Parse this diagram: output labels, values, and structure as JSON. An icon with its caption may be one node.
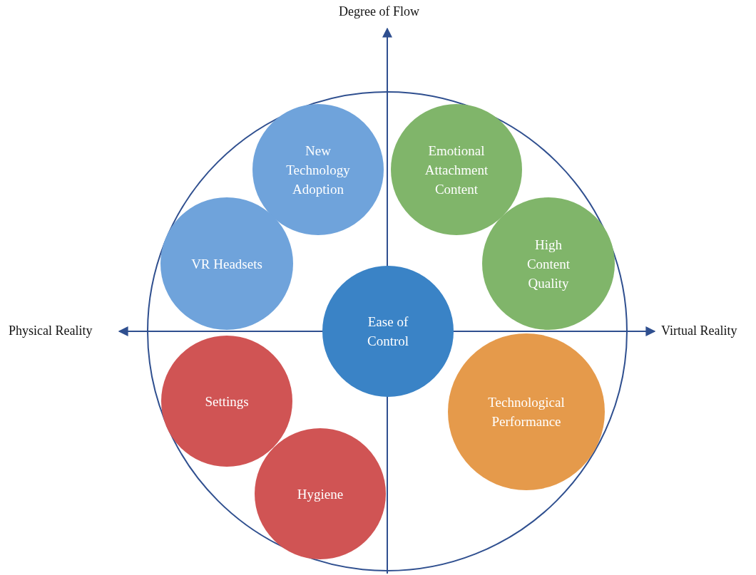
{
  "diagram": {
    "nodes": [
      {
        "text": [],
        "shape": "circle"
      },
      {
        "text": [
          "New Technology Adoption"
        ],
        "in": 0
      },
      {
        "text": [
          "Emotional Attachment Content"
        ],
        "in": 0
      },
      {
        "text": [
          "VR Headsets"
        ],
        "in": 0
      },
      {
        "text": [
          "High Content Quality"
        ],
        "in": 0
      },
      {
        "text": [
          "Ease of Control"
        ],
        "in": 0
      },
      {
        "text": [
          "Settings"
        ],
        "in": 0
      },
      {
        "text": [
          "Technological Performance"
        ],
        "in": 0
      },
      {
        "text": [
          "Hygiene"
        ],
        "in": 0
      }
    ],
    "labels": [
      "Degree of Flow",
      "Physical Reality",
      "Virtual Reality"
    ]
  }
}
